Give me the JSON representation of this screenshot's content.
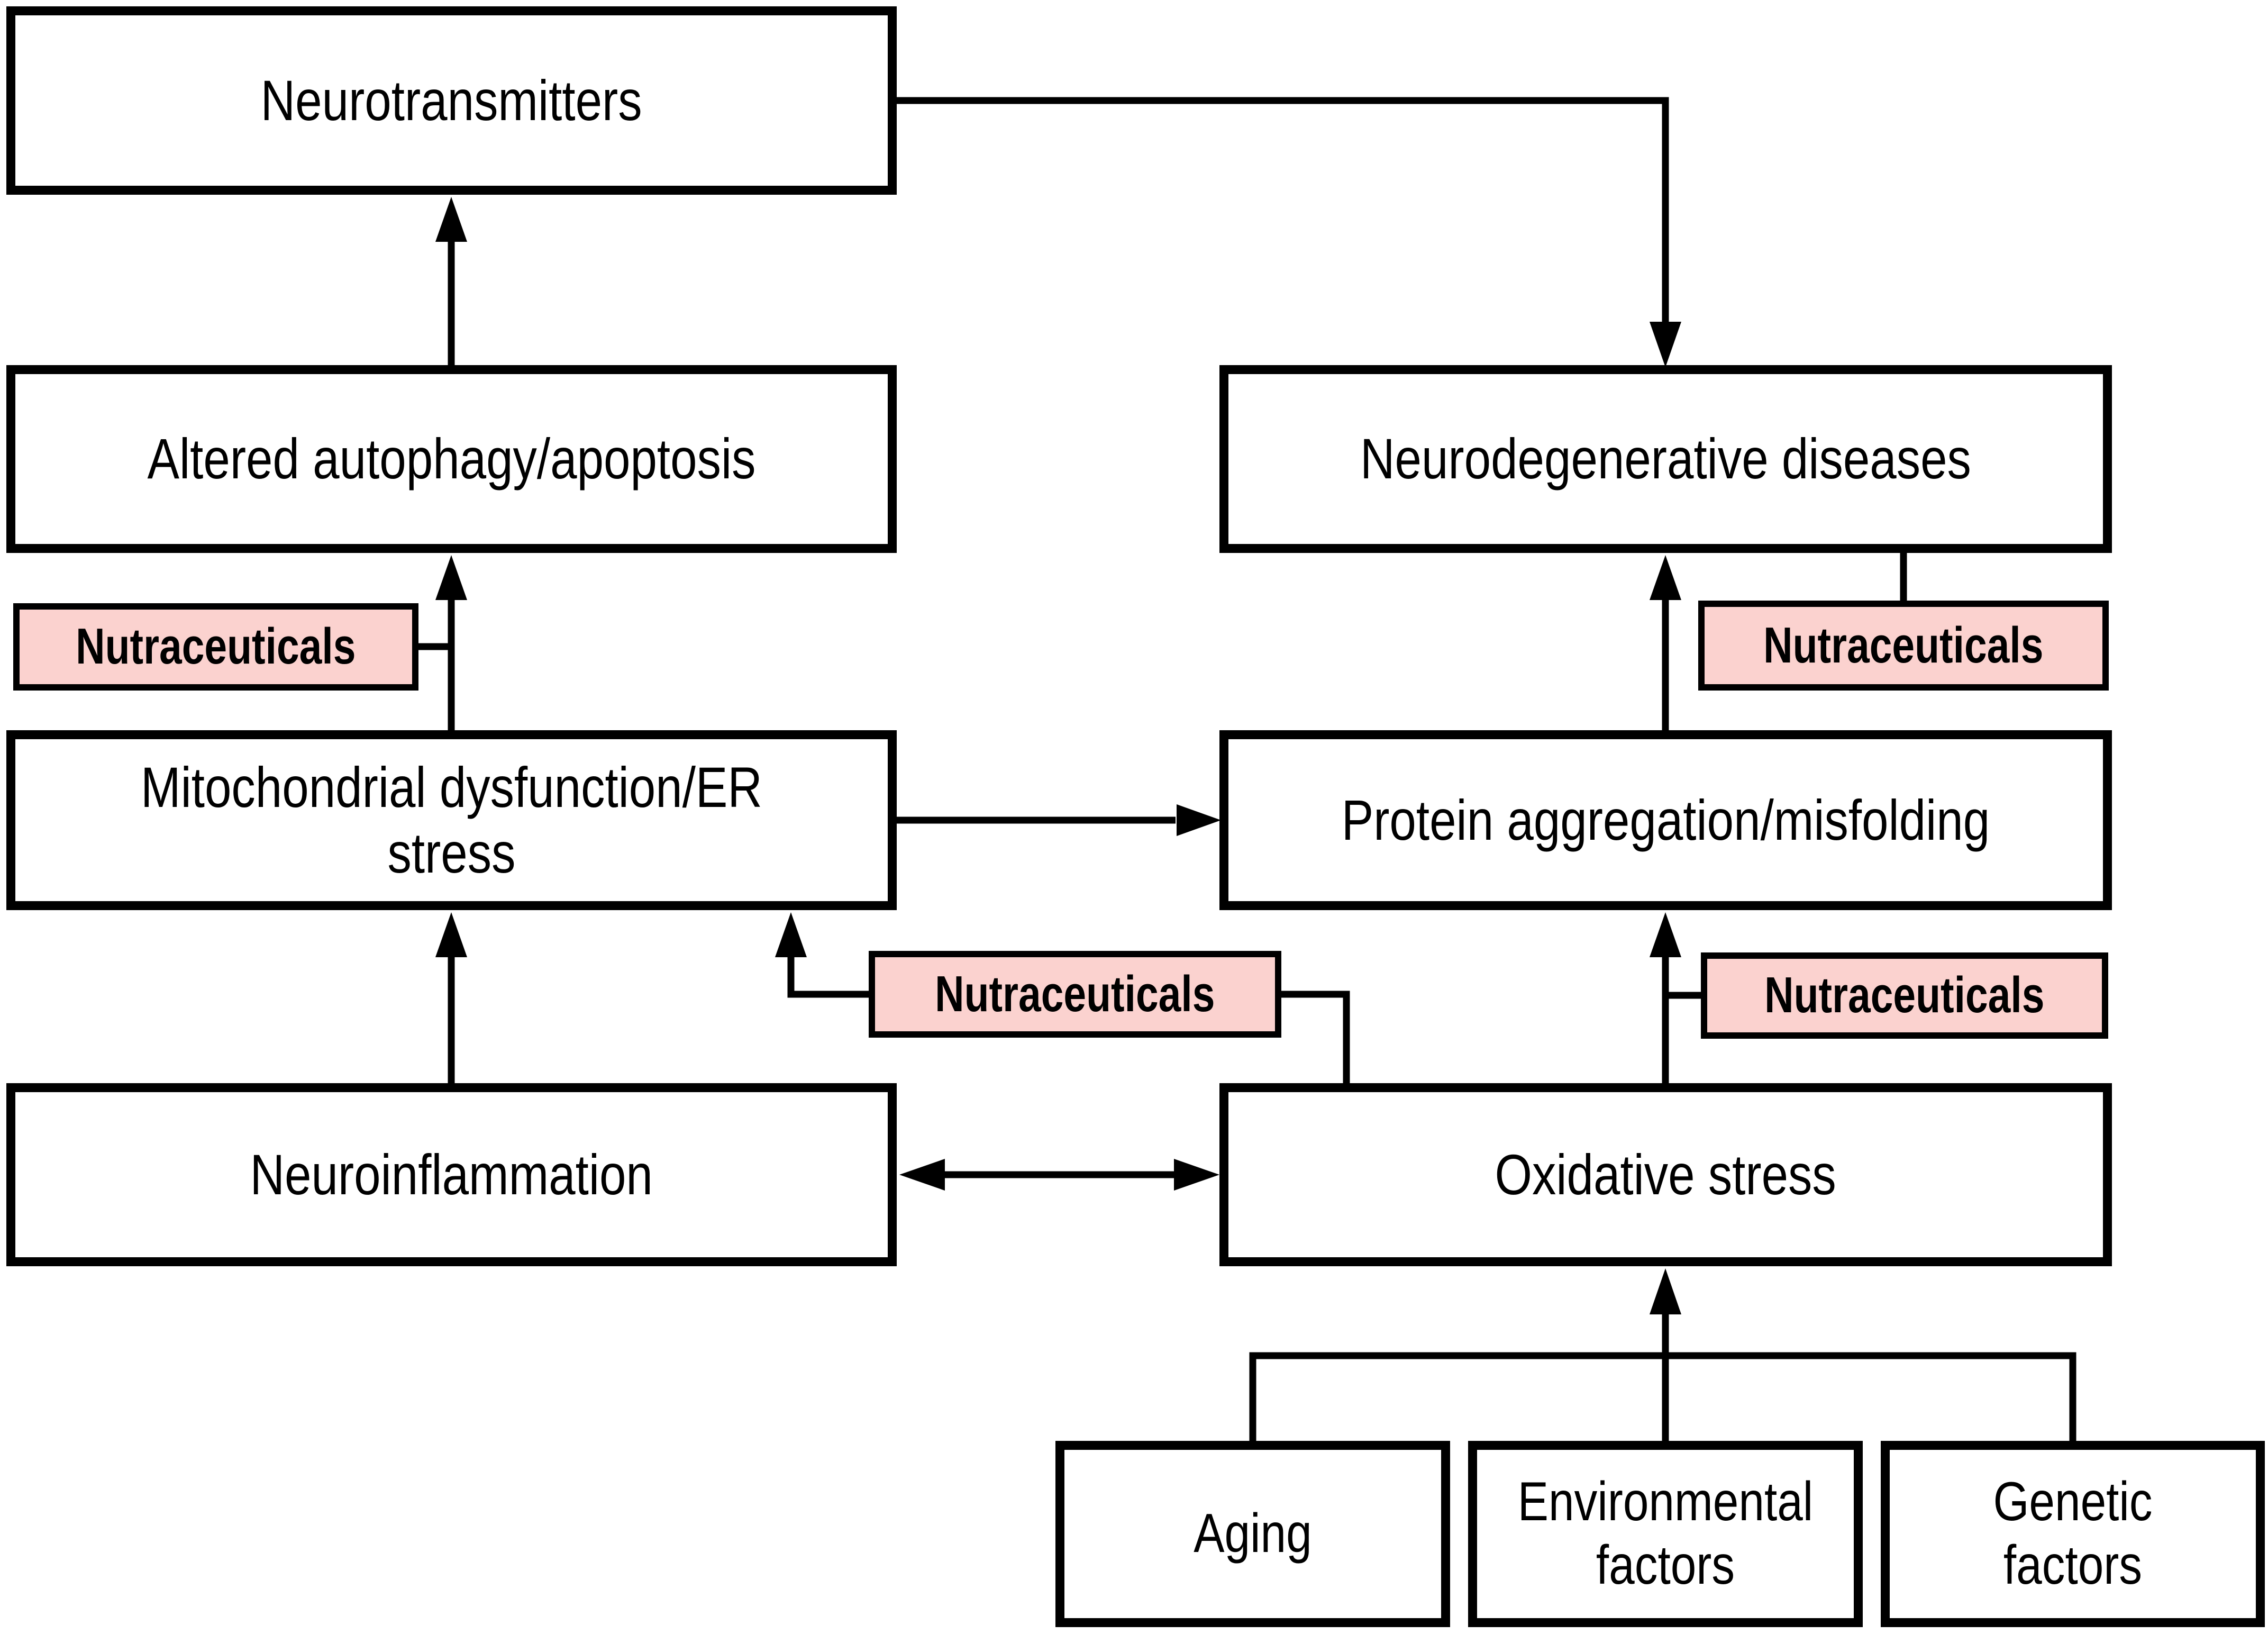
{
  "colors": {
    "background": "#ffffff",
    "box_fill": "#ffffff",
    "box_border": "#000000",
    "nutraceutical_fill": "#fbd2cf",
    "text": "#000000"
  },
  "nodes": {
    "neurotransmitters": {
      "label": "Neurotransmitters"
    },
    "altered_autophagy": {
      "label": "Altered autophagy/apoptosis"
    },
    "nutraceuticals_left": {
      "label": "Nutraceuticals"
    },
    "mitochondrial_dysfunction": {
      "label": "Mitochondrial dysfunction/ER stress"
    },
    "neuroinflammation": {
      "label": "Neuroinflammation"
    },
    "neurodegenerative_diseases": {
      "label": "Neurodegenerative diseases"
    },
    "nutraceuticals_top_right": {
      "label": "Nutraceuticals"
    },
    "protein_aggregation": {
      "label": "Protein aggregation/misfolding"
    },
    "nutraceuticals_middle": {
      "label": "Nutraceuticals"
    },
    "nutraceuticals_right": {
      "label": "Nutraceuticals"
    },
    "oxidative_stress": {
      "label": "Oxidative stress"
    },
    "aging": {
      "label": "Aging"
    },
    "environmental_factors": {
      "label": "Environmental factors"
    },
    "genetic_factors": {
      "label": "Genetic factors"
    }
  },
  "edges": [
    {
      "from": "altered_autophagy",
      "to": "neurotransmitters",
      "style": "arrow"
    },
    {
      "from": "neurotransmitters",
      "to": "neurodegenerative_diseases",
      "style": "arrow"
    },
    {
      "from": "mitochondrial_dysfunction",
      "to": "altered_autophagy",
      "style": "arrow"
    },
    {
      "from": "nutraceuticals_left",
      "to": "arrow:mitochondrial_dysfunction-altered_autophagy",
      "style": "line"
    },
    {
      "from": "mitochondrial_dysfunction",
      "to": "protein_aggregation",
      "style": "arrow"
    },
    {
      "from": "neuroinflammation",
      "to": "mitochondrial_dysfunction",
      "style": "arrow"
    },
    {
      "from": "nutraceuticals_middle",
      "to": "mitochondrial_dysfunction",
      "style": "arrow"
    },
    {
      "from": "nutraceuticals_middle",
      "to": "oxidative_stress",
      "style": "line"
    },
    {
      "from": "neuroinflammation",
      "to": "oxidative_stress",
      "style": "double-arrow"
    },
    {
      "from": "oxidative_stress",
      "to": "protein_aggregation",
      "style": "arrow"
    },
    {
      "from": "nutraceuticals_right",
      "to": "arrow:oxidative_stress-protein_aggregation",
      "style": "line"
    },
    {
      "from": "protein_aggregation",
      "to": "neurodegenerative_diseases",
      "style": "arrow"
    },
    {
      "from": "nutraceuticals_top_right",
      "to": "neurodegenerative_diseases",
      "style": "line"
    },
    {
      "from": "aging",
      "to": "oxidative_stress",
      "style": "arrow"
    },
    {
      "from": "environmental_factors",
      "to": "oxidative_stress",
      "style": "arrow"
    },
    {
      "from": "genetic_factors",
      "to": "oxidative_stress",
      "style": "arrow"
    }
  ]
}
